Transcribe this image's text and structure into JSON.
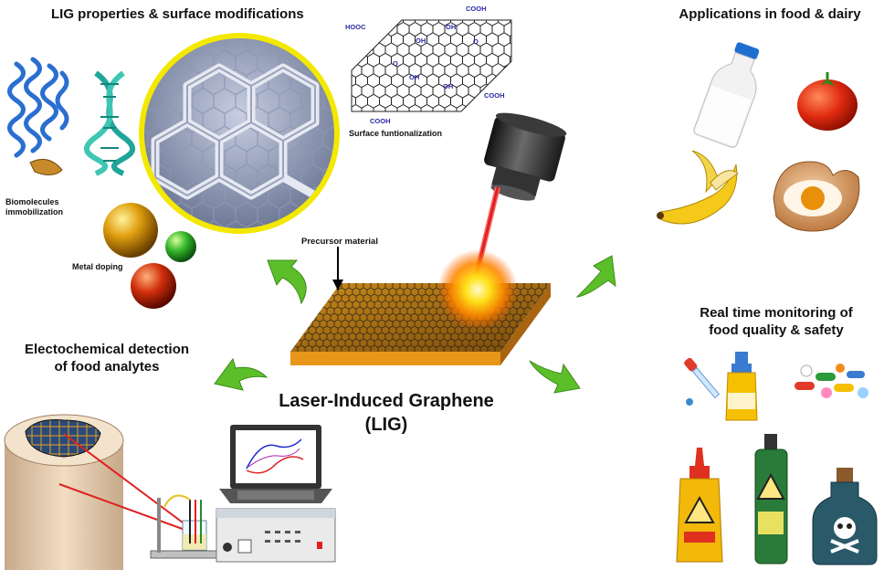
{
  "sections": {
    "top_left_title": "LIG properties & surface modifications",
    "top_right_title": "Applications in food & dairy",
    "bottom_left_title": [
      "Electochemical detection",
      "of food analytes"
    ],
    "bottom_right_title": [
      "Real time monitoring of",
      "food quality & safety"
    ]
  },
  "labels": {
    "surface": "Surface funtionalization",
    "biomolecules": [
      "Biomolecules",
      "immobilization"
    ],
    "metal_doping": "Metal doping",
    "precursor": "Precursor material"
  },
  "center": {
    "title_line1": "Laser-Induced Graphene",
    "title_line2": "(LIG)"
  },
  "molecule": {
    "cooh": "COOH",
    "hooc": "HOOC",
    "oh": "OH",
    "o": "O"
  },
  "colors": {
    "arrow_green": "#5cbf2a",
    "laser_red": "#e02020",
    "substrate_orange": "#e8961a"
  }
}
